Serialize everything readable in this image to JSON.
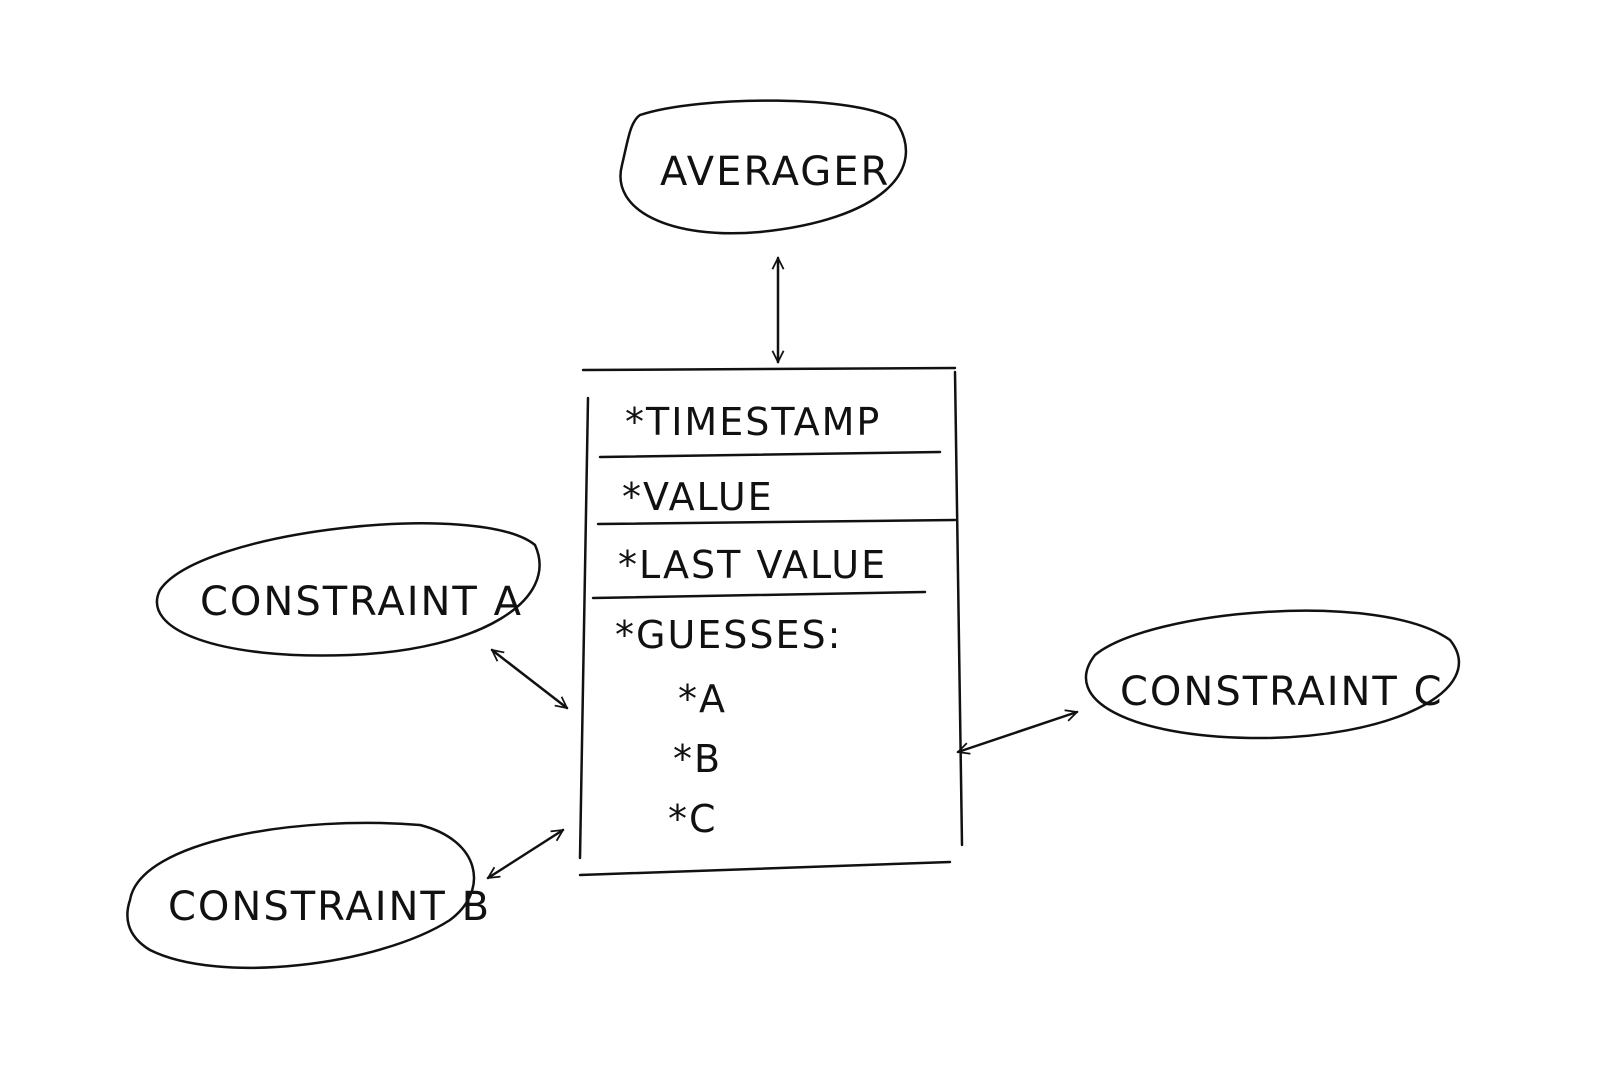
{
  "nodes": {
    "averager": "AVERAGER",
    "constraint_a": "CONSTRAINT A",
    "constraint_b": "CONSTRAINT B",
    "constraint_c": "CONSTRAINT C"
  },
  "record": {
    "fields": [
      "*TIMESTAMP",
      "*VALUE",
      "*LAST VALUE",
      "*GUESSES:"
    ],
    "guesses": [
      "*A",
      "*B",
      "*C"
    ]
  }
}
